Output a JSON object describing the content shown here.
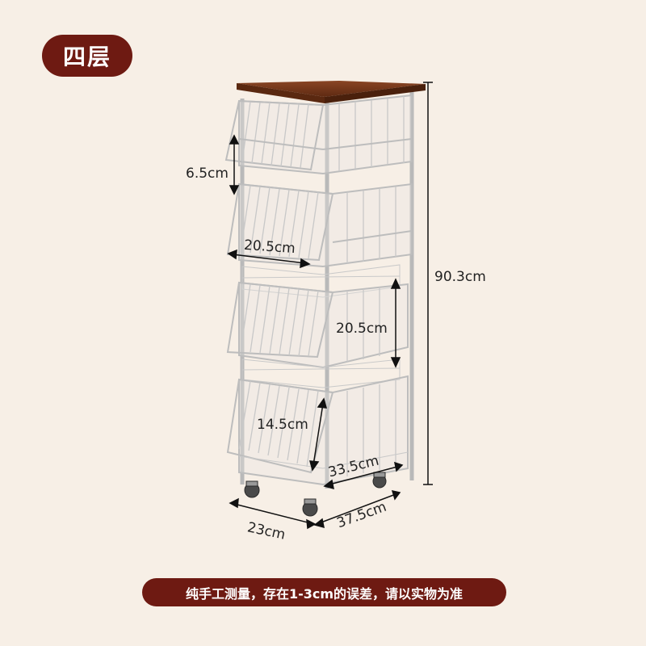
{
  "badge": {
    "label": "四层"
  },
  "dimensions": {
    "gap_top": "6.5cm",
    "basket_width": "20.5cm",
    "height_total": "90.3cm",
    "basket_height": "20.5cm",
    "bottom_height": "14.5cm",
    "depth_inner": "33.5cm",
    "width": "23cm",
    "depth": "37.5cm"
  },
  "footer": {
    "note": "纯手工测量，存在1-3cm的误差，请以实物为准"
  },
  "colors": {
    "accent": "#6e1a12",
    "background": "#f7efe6",
    "wood": "#7a3a1c"
  }
}
